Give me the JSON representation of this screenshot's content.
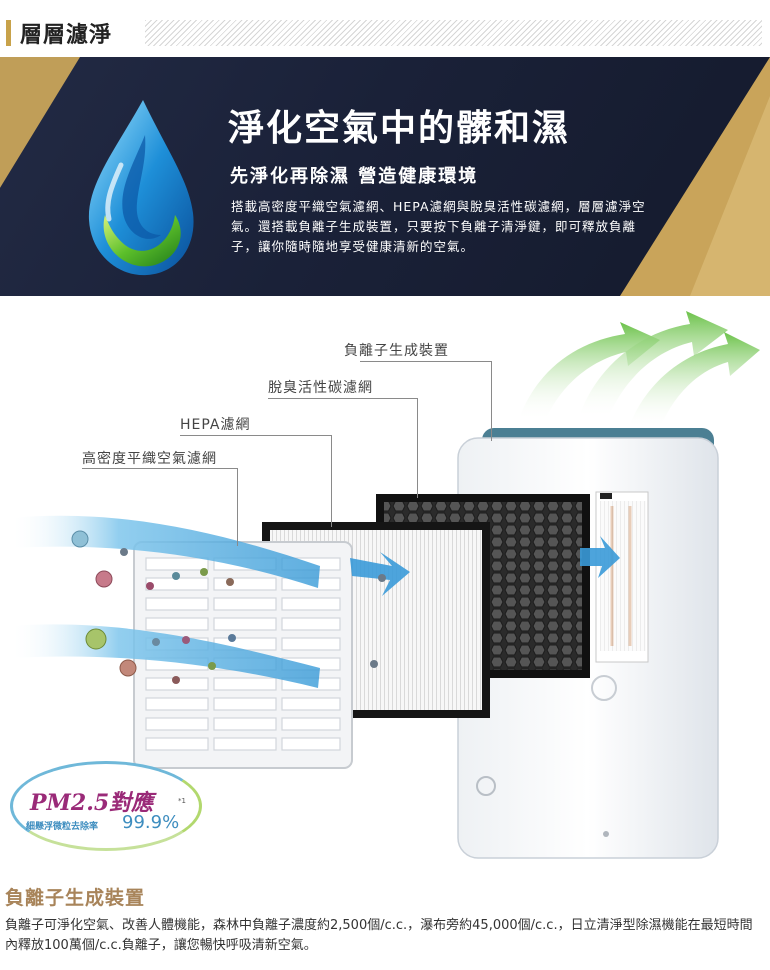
{
  "section": {
    "title": "層層濾淨"
  },
  "banner": {
    "headline": "淨化空氣中的髒和濕",
    "subheadline": "先淨化再除濕  營造健康環境",
    "description": "搭載高密度平織空氣濾網、HEPA濾網與脫臭活性碳濾網，層層濾淨空氣。還搭載負離子生成裝置，只要按下負離子清淨鍵，即可釋放負離子，讓你隨時隨地享受健康清新的空氣。",
    "icon": "water-drop-icon",
    "accent_color": "#c9a45a",
    "background_color": "#1a2138"
  },
  "diagram": {
    "labels": {
      "ion": "負離子生成裝置",
      "carbon": "脫臭活性碳濾網",
      "hepa": "HEPA濾網",
      "mesh": "高密度平織空氣濾網"
    },
    "badge": {
      "title": "PM2.5對應",
      "subtitle": "細懸浮微粒去除率",
      "percent": "99.9%",
      "note": "*1"
    }
  },
  "feature": {
    "title": "負離子生成裝置",
    "body": "負離子可淨化空氣、改善人體機能，森林中負離子濃度約2,500個/c.c.，瀑布旁約45,000個/c.c.，日立清淨型除濕機能在最短時間內釋放100萬個/c.c.負離子，讓您暢快呼吸清新空氣。"
  }
}
